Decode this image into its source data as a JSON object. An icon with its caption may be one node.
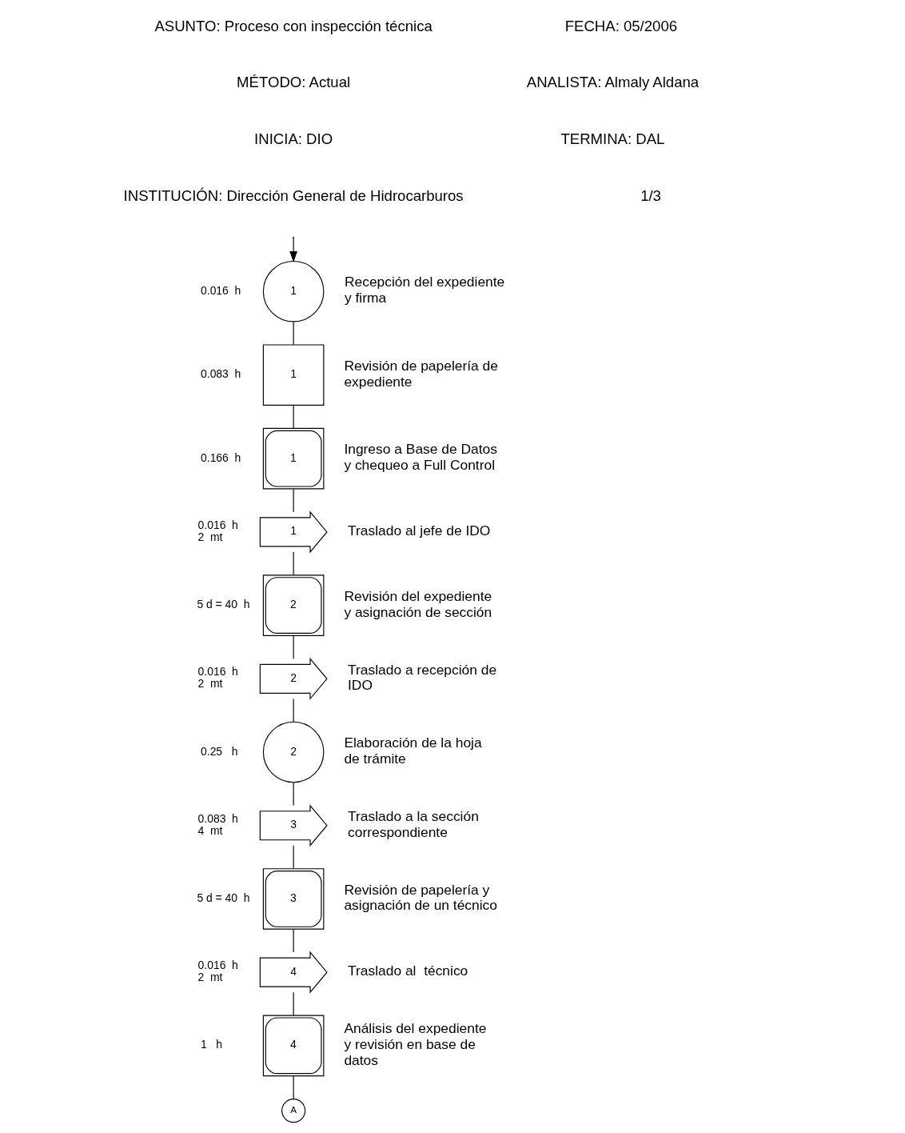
{
  "diagram": {
    "nodes": [
      {
        "text": [
          "1"
        ],
        "beside": [
          "0.016  h",
          "Recepción del expediente y firma"
        ]
      },
      {
        "text": [
          "1"
        ],
        "beside": [
          "0.083  h",
          "Revisión de papelería de expediente"
        ]
      },
      {
        "text": [
          "1"
        ],
        "beside": [
          "0.166  h",
          "Ingreso a Base de Datos y chequeo a Full Control"
        ]
      },
      {
        "text": [
          "1"
        ],
        "beside": [
          "0.016  h",
          "2  mt",
          "Traslado al jefe de IDO"
        ]
      },
      {
        "text": [
          "2"
        ],
        "beside": [
          "5 d = 40  h",
          "Revisión del expediente y asignación de sección"
        ]
      },
      {
        "text": [
          "2"
        ],
        "beside": [
          "0.016  h",
          "2  mt",
          "Traslado a recepción de IDO"
        ]
      },
      {
        "text": [
          "2"
        ],
        "beside": [
          "0.25   h",
          "Elaboración de la hoja de trámite"
        ]
      },
      {
        "text": [
          "3"
        ],
        "beside": [
          "0.083  h",
          "4  mt",
          "Traslado a la sección correspondiente"
        ]
      },
      {
        "text": [
          "3"
        ],
        "beside": [
          "5 d = 40  h",
          "Revisión de papelería y asignación de un técnico"
        ]
      },
      {
        "text": [
          "4"
        ],
        "beside": [
          "0.016  h",
          "2  mt",
          "Traslado al  técnico"
        ]
      },
      {
        "text": [
          "4"
        ],
        "beside": [
          "1   h",
          "Análisis del expediente y revisión en base de datos"
        ]
      },
      {
        "text": [
          "A"
        ]
      }
    ],
    "edges": [
      {
        "from": null,
        "to": 0,
        "arrow": "to"
      },
      {
        "from": 0,
        "to": 1,
        "arrow": "none"
      },
      {
        "from": 1,
        "to": 2,
        "arrow": "none"
      },
      {
        "from": 2,
        "to": 3,
        "arrow": "none"
      },
      {
        "from": 3,
        "to": 4,
        "arrow": "none"
      },
      {
        "from": 4,
        "to": 5,
        "arrow": "none"
      },
      {
        "from": 5,
        "to": 6,
        "arrow": "none"
      },
      {
        "from": 6,
        "to": 7,
        "arrow": "none"
      },
      {
        "from": 7,
        "to": 8,
        "arrow": "none"
      },
      {
        "from": 8,
        "to": 9,
        "arrow": "none"
      },
      {
        "from": 9,
        "to": 10,
        "arrow": "none"
      },
      {
        "from": 10,
        "to": 11,
        "arrow": "none"
      }
    ],
    "labels": [
      "ASUNTO: Proceso con inspección técnica",
      "FECHA: 05/2006",
      "MÉTODO: Actual",
      "ANALISTA: Almaly Aldana",
      "INICIA: DIO",
      "TERMINA: DAL",
      "INSTITUCIÓN: Dirección General de Hidrocarburos",
      "1/3"
    ]
  }
}
